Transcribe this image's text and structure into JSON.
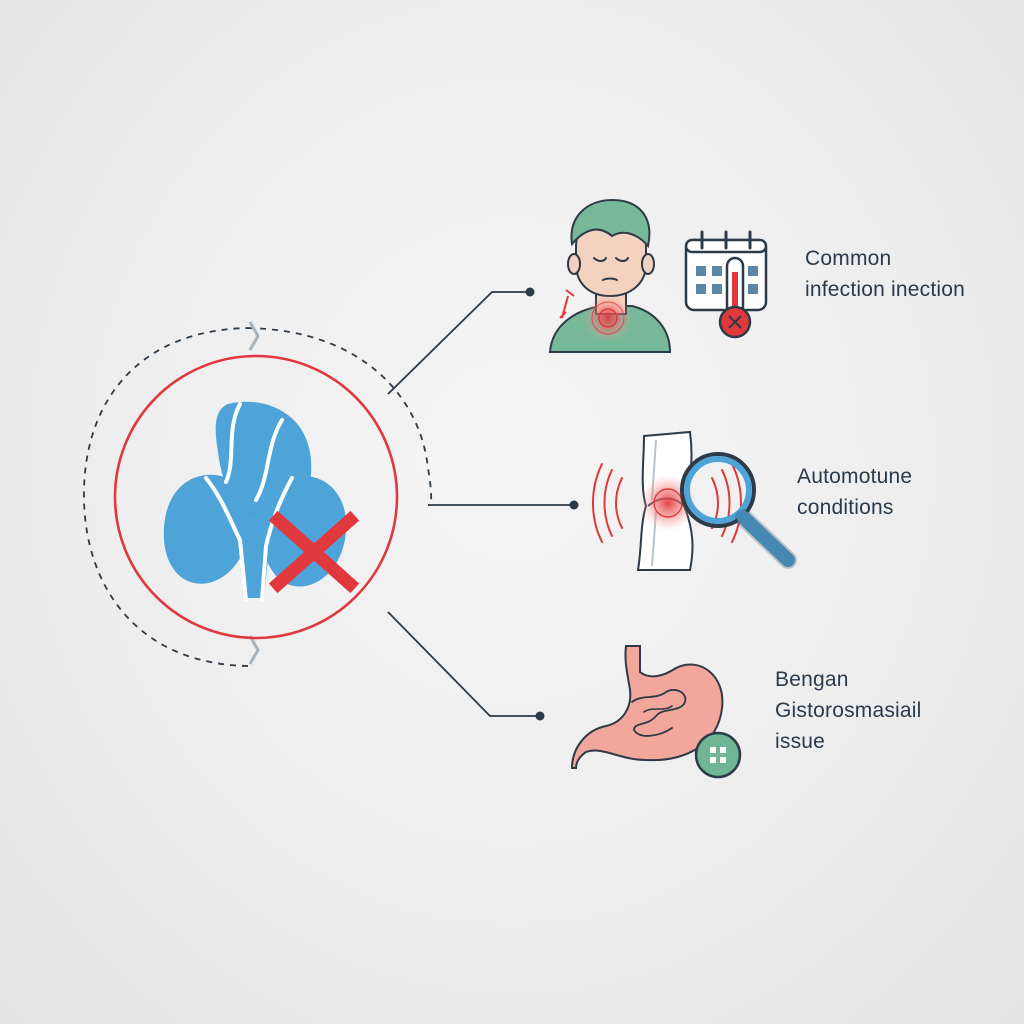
{
  "colors": {
    "background": "#eeeeee",
    "organ_blue": "#4ea3d8",
    "alert_red": "#e0383c",
    "connector": "#2d3a47",
    "skin": "#f3d3bf",
    "shirt_green": "#78b89a",
    "stomach_pink": "#f3a79c"
  },
  "icons": {
    "central": "kidney-organ-icon",
    "cross": "red-cross-icon",
    "branch_1": [
      "sick-person-icon",
      "calendar-thermometer-icon"
    ],
    "branch_2": [
      "inflamed-joint-icon",
      "magnifier-icon"
    ],
    "branch_3": [
      "stomach-icon",
      "medical-plus-badge-icon"
    ]
  },
  "branches": [
    {
      "lines": [
        "Common",
        "infection inection"
      ]
    },
    {
      "lines": [
        "Automotune",
        "conditions"
      ]
    },
    {
      "lines": [
        "Bengan",
        "Gistorosmasiail",
        "issue"
      ]
    }
  ]
}
